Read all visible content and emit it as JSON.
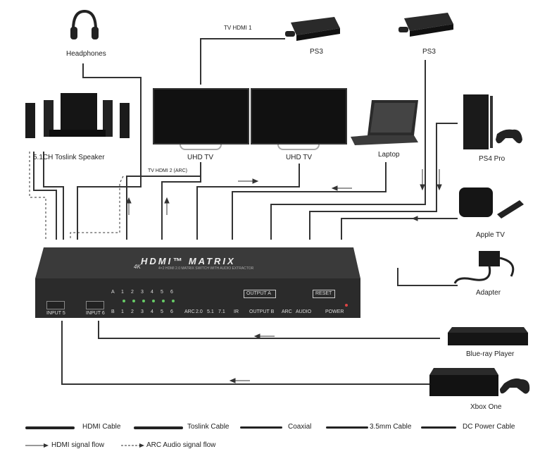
{
  "devices": {
    "headphones": "Headphones",
    "tv_hdmi_1": "TV HDMI 1",
    "ps3_left": "PS3",
    "ps3_right": "PS3",
    "speaker": "5.1CH Toslink Speaker",
    "uhd_tv_1": "UHD TV",
    "uhd_tv_2": "UHD TV",
    "laptop": "Laptop",
    "ps4": "PS4 Pro",
    "tv_hdmi_2": "TV HDMI 2 (ARC)",
    "apple_tv": "Apple TV",
    "adapter": "Adapter",
    "bluray": "Blue-ray Player",
    "xbox": "Xbox One"
  },
  "switch": {
    "title": "HDMI™ MATRIX",
    "sub": "4K",
    "spec_line": "4×2 HDMI 2.0 MATRIX SWITCH WITH AUDIO EXTRACTOR",
    "top_row": [
      "A",
      "1",
      "2",
      "3",
      "4",
      "5",
      "6"
    ],
    "bottom_row": [
      "B",
      "1",
      "2",
      "3",
      "4",
      "5",
      "6"
    ],
    "audio_modes": [
      "ARC",
      "2.0",
      "5.1",
      "7.1"
    ],
    "ir": "IR",
    "output_a": "OUTPUT A",
    "output_b": "OUTPUT B",
    "arc": "ARC",
    "audio": "AUDIO",
    "reset": "RESET",
    "power": "POWER",
    "input5": "INPUT 5",
    "input6": "INPUT 6"
  },
  "legend": {
    "hdmi_cable": "HDMI Cable",
    "toslink_cable": "Toslink Cable",
    "coaxial": "Coaxial",
    "mm_cable": "3.5mm Cable",
    "dc_cable": "DC Power Cable",
    "hdmi_flow": "HDMI signal flow",
    "arc_flow": "ARC Audio signal flow"
  },
  "colors": {
    "cable": "#333333",
    "switch_body": "#2b2b2b",
    "switch_face": "#3a3a3a",
    "led": "#66cc66"
  }
}
